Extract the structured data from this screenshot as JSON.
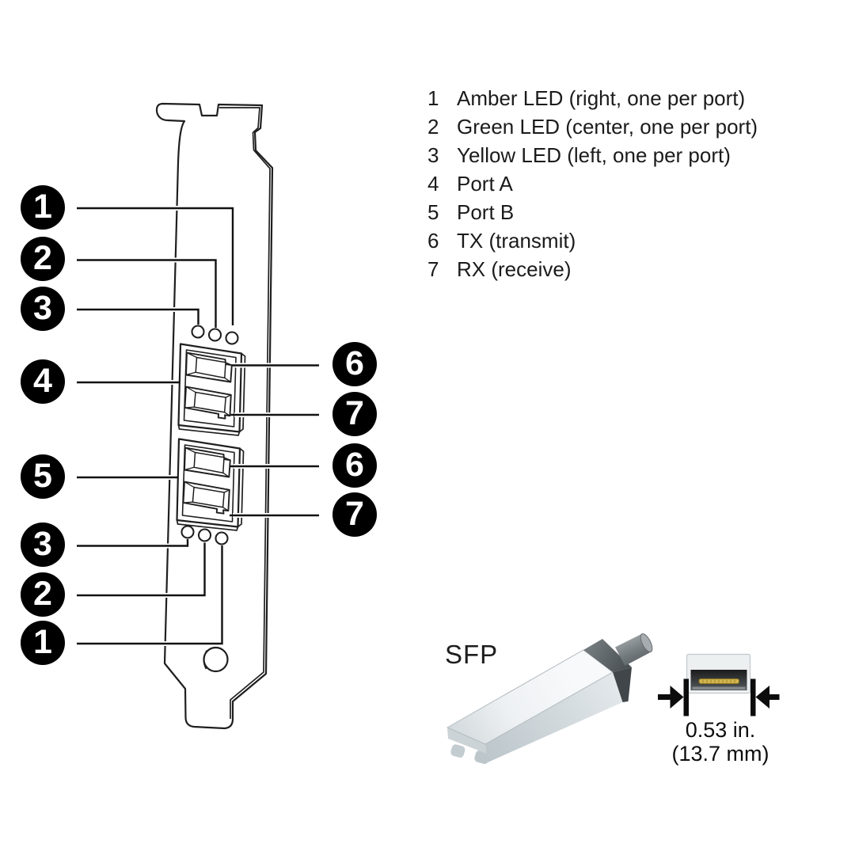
{
  "legend": {
    "items": [
      {
        "num": "1",
        "label": "Amber LED (right, one per port)"
      },
      {
        "num": "2",
        "label": "Green LED (center, one per port)"
      },
      {
        "num": "3",
        "label": "Yellow LED (left, one per port)"
      },
      {
        "num": "4",
        "label": "Port A"
      },
      {
        "num": "5",
        "label": "Port B"
      },
      {
        "num": "6",
        "label": "TX (transmit)"
      },
      {
        "num": "7",
        "label": "RX (receive)"
      }
    ]
  },
  "callouts": {
    "left": [
      "1",
      "2",
      "3",
      "4",
      "5",
      "3",
      "2",
      "1"
    ],
    "right": [
      "6",
      "7",
      "6",
      "7"
    ]
  },
  "sfp": {
    "label": "SFP",
    "dimension_in": "0.53 in.",
    "dimension_mm": "(13.7 mm)"
  },
  "colors": {
    "background": "#ffffff",
    "line": "#1f1f1f",
    "balloon_bg": "#000000",
    "balloon_text": "#ffffff",
    "sfp_body": "#eef1f2",
    "sfp_collar": "#4b5154",
    "sfp_gold": "#c9ac4a"
  }
}
